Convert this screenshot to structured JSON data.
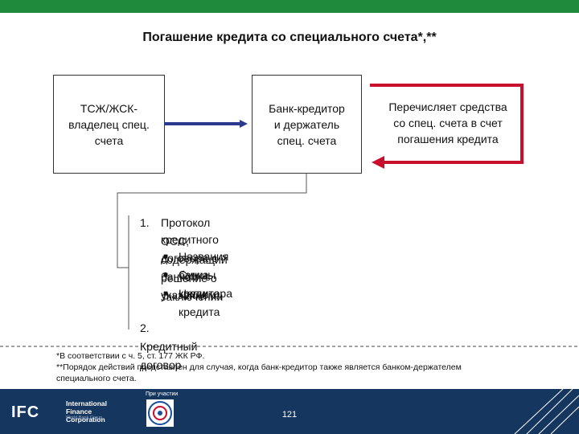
{
  "title": "Погашение кредита со специального счета*,**",
  "boxes": {
    "owner": "ТСЖ/ЖСК-\nвладелец спец.\nсчета",
    "bank": "Банк-кредитор\nи держатель\nспец. счета",
    "transfer": "Перечисляет средства\nсо спец. счета в счет\nпогашения кредита"
  },
  "list": {
    "item1_number": "1.",
    "item1_line1": "Протокол ОСС, содержащий решение о заключении",
    "item1_line2": "кредитного договора с банком, с указанием:",
    "bullets": [
      "Названия банка-кредитора",
      "Суммы кредита",
      "Цели кредита"
    ],
    "item2": "2. Кредитный договор"
  },
  "footnotes": {
    "note1": "*В соответствии с ч. 5, ст. 177 ЖК РФ.",
    "note2": "**Порядок действий представлен для случая, когда банк-кредитор также является банком-держателем",
    "note3": "специального счета."
  },
  "footer": {
    "logo_mark": "IFC",
    "logo_name": "International\nFinance Corporation",
    "logo_sub": "World Bank Group",
    "partner_label": "При участии",
    "page_number": "121"
  },
  "colors": {
    "top_bar": "#1f8a3c",
    "footer_bg": "#15365f",
    "arrow_blue": "#2b3a8f",
    "arrow_red": "#c8102e"
  },
  "icons": {
    "bullet": "square-bullet-icon",
    "partner": "partner-emblem-icon",
    "arrows": [
      "right-arrow-icon",
      "return-arrow-icon"
    ]
  }
}
